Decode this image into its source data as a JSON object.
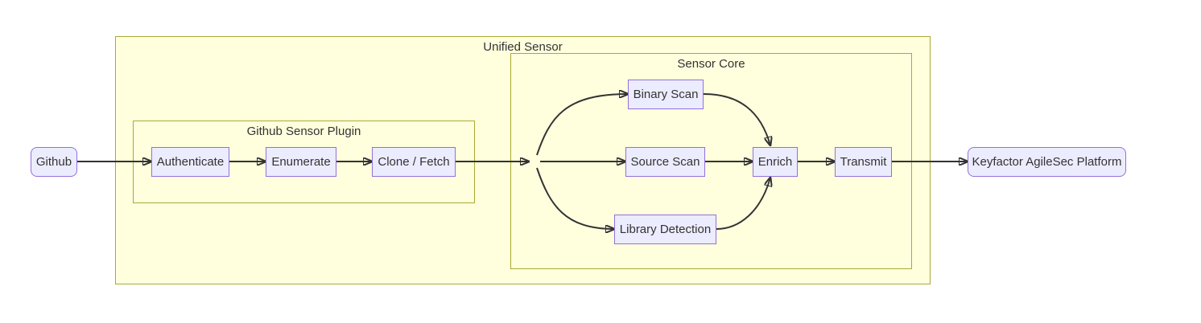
{
  "diagram": {
    "type": "flowchart-lr",
    "colors": {
      "background": "#ffffff",
      "node_fill": "#ECECFF",
      "node_border": "#9370DB",
      "cluster_fill": "#ffffde",
      "cluster_border": "#aaaa33",
      "edge": "#333333",
      "text": "#333333"
    },
    "clusters": {
      "unified_sensor": {
        "label": "Unified Sensor"
      },
      "github_sensor_plugin": {
        "label": "Github Sensor Plugin"
      },
      "sensor_core": {
        "label": "Sensor Core"
      }
    },
    "nodes": {
      "github": {
        "label": "Github",
        "shape": "rounded"
      },
      "authenticate": {
        "label": "Authenticate",
        "shape": "rect"
      },
      "enumerate": {
        "label": "Enumerate",
        "shape": "rect"
      },
      "clone_fetch": {
        "label": "Clone / Fetch",
        "shape": "rect"
      },
      "binary_scan": {
        "label": "Binary Scan",
        "shape": "rect"
      },
      "source_scan": {
        "label": "Source Scan",
        "shape": "rect"
      },
      "library_detection": {
        "label": "Library Detection",
        "shape": "rect"
      },
      "enrich": {
        "label": "Enrich",
        "shape": "rect"
      },
      "transmit": {
        "label": "Transmit",
        "shape": "rect"
      },
      "keyfactor_platform": {
        "label": "Keyfactor AgileSec Platform",
        "shape": "rounded"
      }
    },
    "edges": [
      {
        "from": "github",
        "to": "authenticate"
      },
      {
        "from": "authenticate",
        "to": "enumerate"
      },
      {
        "from": "enumerate",
        "to": "clone_fetch"
      },
      {
        "from": "clone_fetch",
        "to": "fanout_point"
      },
      {
        "from": "fanout_point",
        "to": "binary_scan"
      },
      {
        "from": "fanout_point",
        "to": "source_scan"
      },
      {
        "from": "fanout_point",
        "to": "library_detection"
      },
      {
        "from": "binary_scan",
        "to": "enrich"
      },
      {
        "from": "source_scan",
        "to": "enrich"
      },
      {
        "from": "library_detection",
        "to": "enrich"
      },
      {
        "from": "enrich",
        "to": "transmit"
      },
      {
        "from": "transmit",
        "to": "keyfactor_platform"
      }
    ]
  }
}
